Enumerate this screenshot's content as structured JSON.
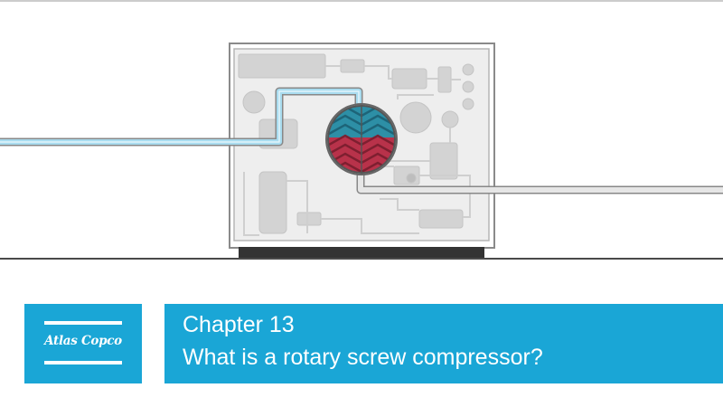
{
  "brand": {
    "name": "Atlas Copco",
    "color": "#1aa6d6"
  },
  "chapter": {
    "label": "Chapter 13",
    "title": "What is a rotary screw compressor?"
  },
  "diagram": {
    "pipe_in_color": "#a9dcef",
    "rotor_top_color": "#2d8fa6",
    "rotor_bottom_color": "#b8324a",
    "machine_color": "#d3d3d3"
  }
}
